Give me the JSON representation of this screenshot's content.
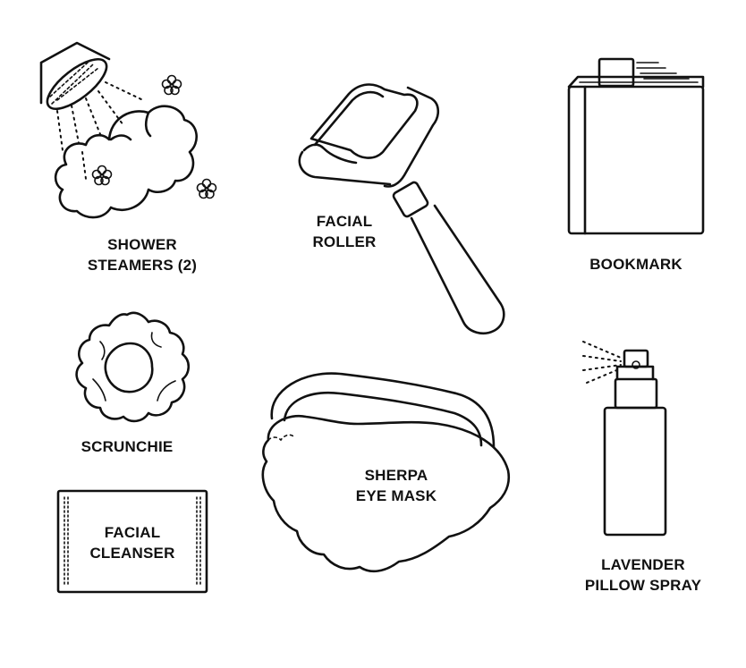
{
  "items": {
    "shower_steamers": {
      "line1": "SHOWER",
      "line2": "STEAMERS (2)"
    },
    "facial_roller": {
      "line1": "FACIAL",
      "line2": "ROLLER"
    },
    "bookmark": {
      "line1": "BOOKMARK"
    },
    "scrunchie": {
      "line1": "SCRUNCHIE"
    },
    "sherpa_eye_mask": {
      "line1": "SHERPA",
      "line2": "EYE MASK"
    },
    "facial_cleanser": {
      "line1": "FACIAL",
      "line2": "CLEANSER"
    },
    "lavender_pillow_spray": {
      "line1": "LAVENDER",
      "line2": "PILLOW SPRAY"
    }
  },
  "colors": {
    "ink": "#111111",
    "background": "#ffffff"
  },
  "icons": [
    "shower-head-icon",
    "steamer-cloud-icon",
    "flower-icon",
    "facial-roller-icon",
    "book-icon",
    "scrunchie-icon",
    "eye-mask-icon",
    "cleanser-packet-icon",
    "spray-bottle-icon"
  ]
}
